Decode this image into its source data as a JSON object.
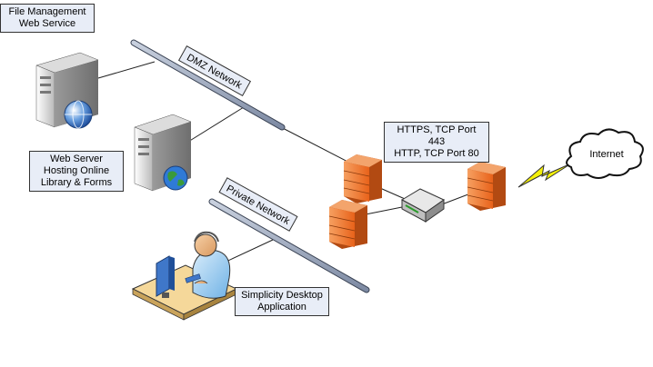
{
  "labels": {
    "file_service": [
      "File Management",
      "Web Service"
    ],
    "web_server": [
      "Web Server",
      "Hosting Online",
      "Library & Forms"
    ],
    "dmz_network": "DMZ Network",
    "private_network": "Private Network",
    "ports": [
      "HTTPS, TCP Port 443",
      "HTTP, TCP Port 80"
    ],
    "internet": "Internet",
    "desktop_app": [
      "Simplicity Desktop",
      "Application"
    ]
  },
  "colors": {
    "label_fill": "#e8edf7",
    "bus_fill": "#a7b3c9",
    "firewall_orange": "#f07a2c",
    "lightning": "#f4f00a"
  }
}
